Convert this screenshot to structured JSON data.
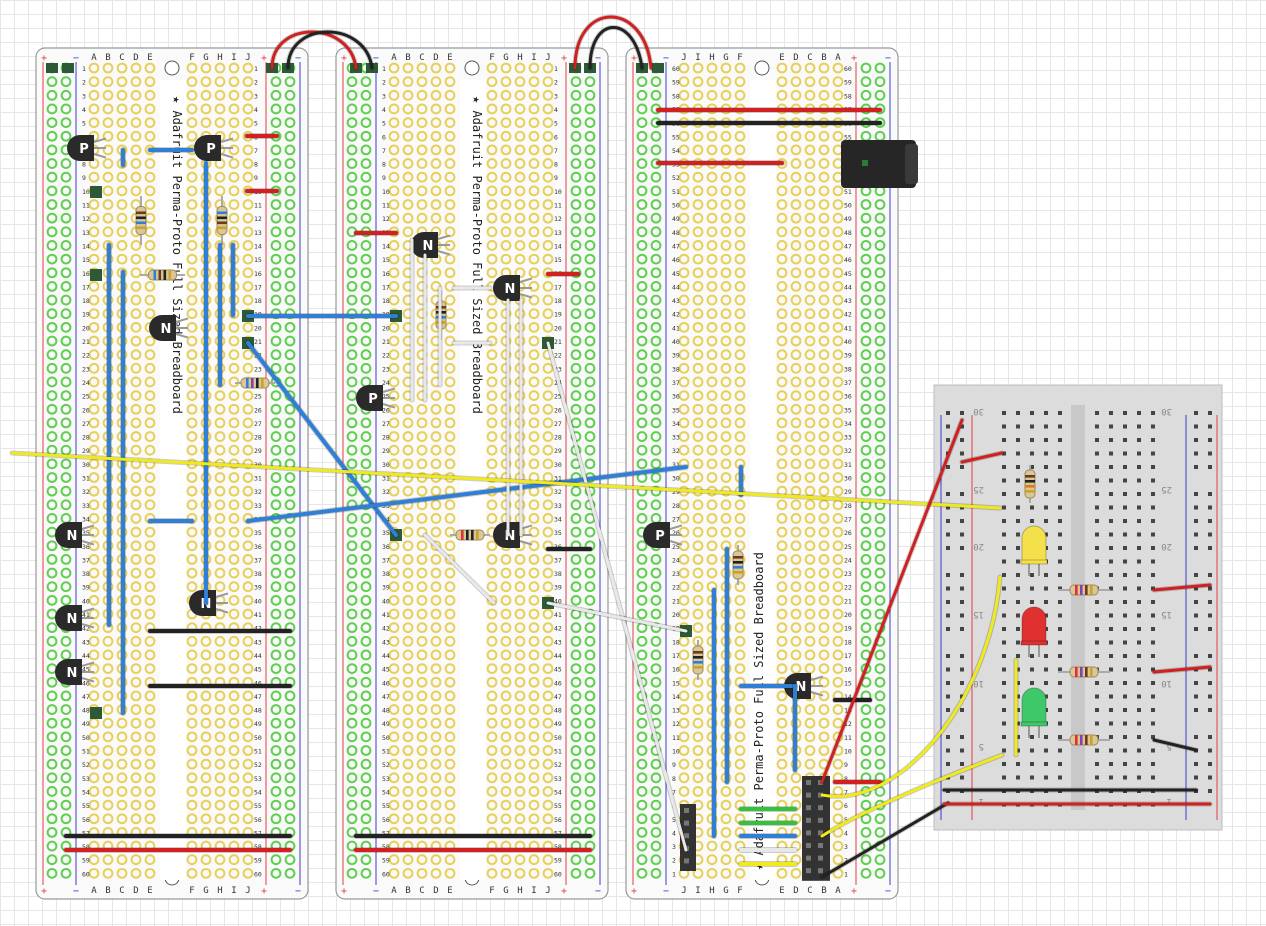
{
  "boards": [
    {
      "id": "board-1",
      "title": "Adafruit Perma-Proto Full Sized Breadboard",
      "orientation": "normal"
    },
    {
      "id": "board-2",
      "title": "Adafruit Perma-Proto Full Sized Breadboard",
      "orientation": "normal"
    },
    {
      "id": "board-3",
      "title": "Adafruit Perma-Proto Full Sized Breadboard",
      "orientation": "rotated"
    }
  ],
  "column_letters": {
    "left": [
      "A",
      "B",
      "C",
      "D",
      "E"
    ],
    "right": [
      "F",
      "G",
      "H",
      "I",
      "J"
    ]
  },
  "rail_signs": {
    "plus": "+",
    "minus": "−"
  },
  "transistor_labels": {
    "npn": "N",
    "pnp": "P"
  },
  "led_colors": {
    "yellow": "#f4e04a",
    "red": "#e03030",
    "green": "#3ec86a"
  },
  "wire_colors": {
    "red": "#d21f1f",
    "black": "#222222",
    "blue": "#2f7fd6",
    "yellow": "#f0ea1a",
    "white": "#e8e8e8",
    "green": "#33c23a"
  },
  "breadboard_labels": {
    "top_left": "30",
    "row25": "25",
    "row20": "20",
    "row15": "15",
    "row10": "10",
    "row5": "5",
    "row1": "1"
  }
}
